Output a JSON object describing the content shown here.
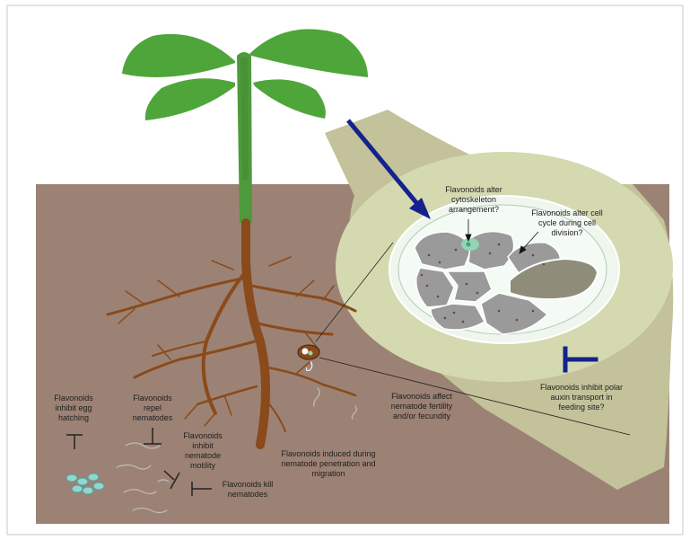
{
  "colors": {
    "soil": "#9c8274",
    "root": "#8a4a1b",
    "stem_green": "#4f9a3c",
    "leaf": "#4ea63a",
    "root_section": "#c3c29a",
    "section_inner": "#dde4c4",
    "stele": "#eef6ee",
    "cell": "#9a9a9a",
    "giant_cell": "#8f8d7a",
    "nucleus": "#8fd7b4",
    "arrow": "#15218c",
    "frame": "#b5b5b5"
  },
  "labels": {
    "cytoskeleton": [
      "Flavonoids alter",
      "cytoskeleton",
      "arrangement?"
    ],
    "cell_cycle": [
      "Flavonoids alter cell",
      "cycle during cell",
      "division?"
    ],
    "auxin": [
      "Flavonoids inhibit polar",
      "auxin transport in",
      "feeding site?"
    ],
    "fertility": [
      "Flavonoids affect",
      "nematode fertility",
      "and/or fecundity"
    ],
    "induced": [
      "Flavonoids induced during",
      "nematode penetration and",
      "migration"
    ],
    "egg_hatching": [
      "Flavonoids",
      "inhibit egg",
      "hatching"
    ],
    "repel": [
      "Flavonoids",
      "repel",
      "nematodes"
    ],
    "motility": [
      "Flavonoids",
      "inhibit",
      "nematode",
      "motility"
    ],
    "kill": [
      "Flavonoids kill",
      "nematodes"
    ]
  },
  "icons": [
    "inhibition-bar-icon",
    "block-arrow-icon",
    "nematode-egg-icon",
    "nematode-icon"
  ]
}
